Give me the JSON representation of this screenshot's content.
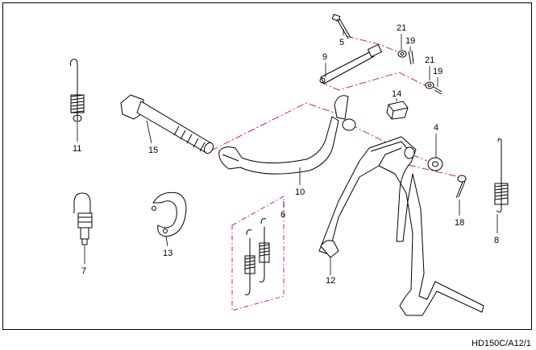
{
  "diagram": {
    "reference_code": "HD150C/A12/1",
    "colors": {
      "line": "#000000",
      "assembly_line": "#d0006f",
      "background": "#ffffff"
    },
    "callouts": [
      {
        "id": "p11",
        "label": "11"
      },
      {
        "id": "p7",
        "label": "7"
      },
      {
        "id": "p15",
        "label": "15"
      },
      {
        "id": "p13",
        "label": "13"
      },
      {
        "id": "p10",
        "label": "10"
      },
      {
        "id": "p6",
        "label": "6"
      },
      {
        "id": "p5",
        "label": "5"
      },
      {
        "id": "p9",
        "label": "9"
      },
      {
        "id": "p21a",
        "label": "21"
      },
      {
        "id": "p19a",
        "label": "19"
      },
      {
        "id": "p21b",
        "label": "21"
      },
      {
        "id": "p19b",
        "label": "19"
      },
      {
        "id": "p14",
        "label": "14"
      },
      {
        "id": "p4",
        "label": "4"
      },
      {
        "id": "p18",
        "label": "18"
      },
      {
        "id": "p12",
        "label": "12"
      },
      {
        "id": "p8",
        "label": "8"
      }
    ]
  }
}
